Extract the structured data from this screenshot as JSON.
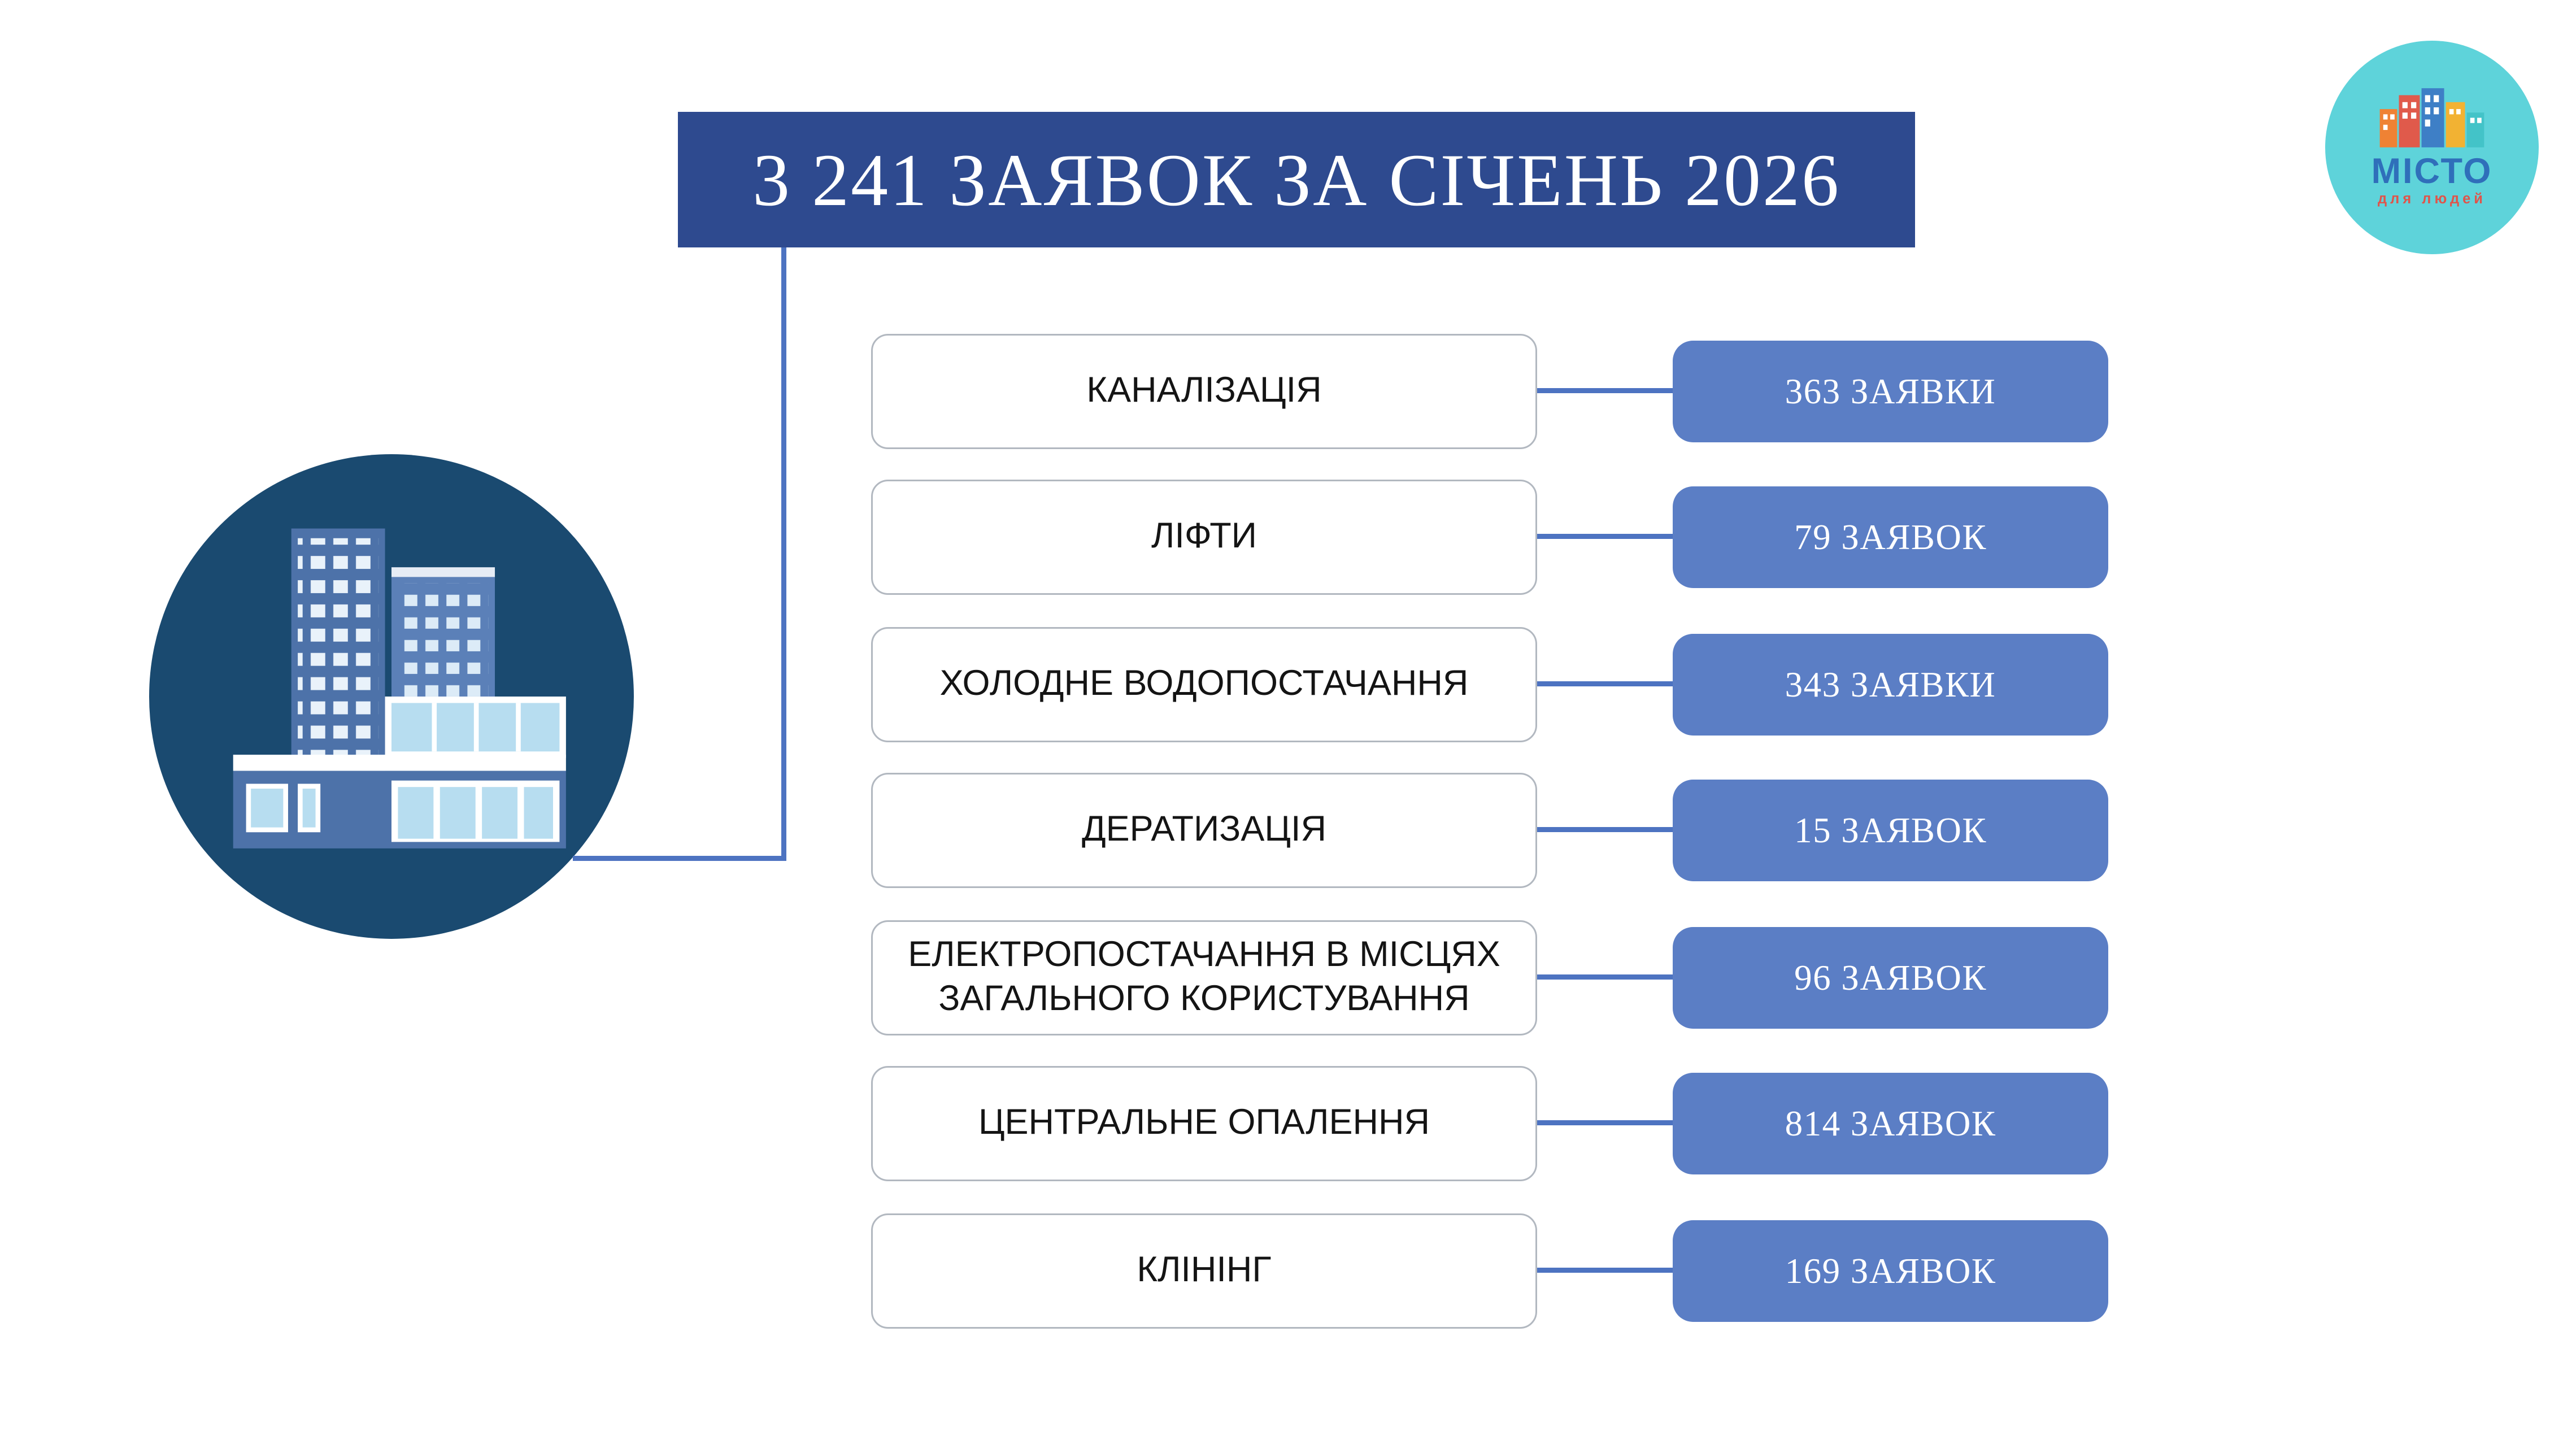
{
  "title": "3 241 ЗАЯВОК ЗА СІЧЕНЬ 2026",
  "logo": {
    "name": "МІСТО",
    "tagline": "для людей"
  },
  "rows": [
    {
      "label": "КАНАЛІЗАЦІЯ",
      "value": "363 ЗАЯВКИ"
    },
    {
      "label": "ЛІФТИ",
      "value": "79 ЗАЯВОК"
    },
    {
      "label": "ХОЛОДНЕ ВОДОПОСТАЧАННЯ",
      "value": "343 ЗАЯВКИ"
    },
    {
      "label": "ДЕРАТИЗАЦІЯ",
      "value": "15 ЗАЯВОК"
    },
    {
      "label": "ЕЛЕКТРОПОСТАЧАННЯ В МІСЦЯХ ЗАГАЛЬНОГО КОРИСТУВАННЯ",
      "value": "96 ЗАЯВОК"
    },
    {
      "label": "ЦЕНТРАЛЬНЕ ОПАЛЕННЯ",
      "value": "814 ЗАЯВОК"
    },
    {
      "label": "КЛІНІНГ",
      "value": "169 ЗАЯВОК"
    }
  ],
  "colors": {
    "banner": "#2e4a8f",
    "pill": "#5b7ec5",
    "connector": "#4d73c1",
    "hero_circle": "#1a4a70",
    "logo_background": "#5ed3da",
    "logo_name": "#2f6fba",
    "logo_tagline": "#e0544a"
  },
  "chart_data": {
    "type": "table",
    "title": "3 241 ЗАЯВОК ЗА СІЧЕНЬ 2026",
    "categories": [
      "КАНАЛІЗАЦІЯ",
      "ЛІФТИ",
      "ХОЛОДНЕ ВОДОПОСТАЧАННЯ",
      "ДЕРАТИЗАЦІЯ",
      "ЕЛЕКТРОПОСТАЧАННЯ В МІСЦЯХ ЗАГАЛЬНОГО КОРИСТУВАННЯ",
      "ЦЕНТРАЛЬНЕ ОПАЛЕННЯ",
      "КЛІНІНГ"
    ],
    "values": [
      363,
      79,
      343,
      15,
      96,
      814,
      169
    ],
    "total": 3241,
    "unit": "заявки"
  }
}
